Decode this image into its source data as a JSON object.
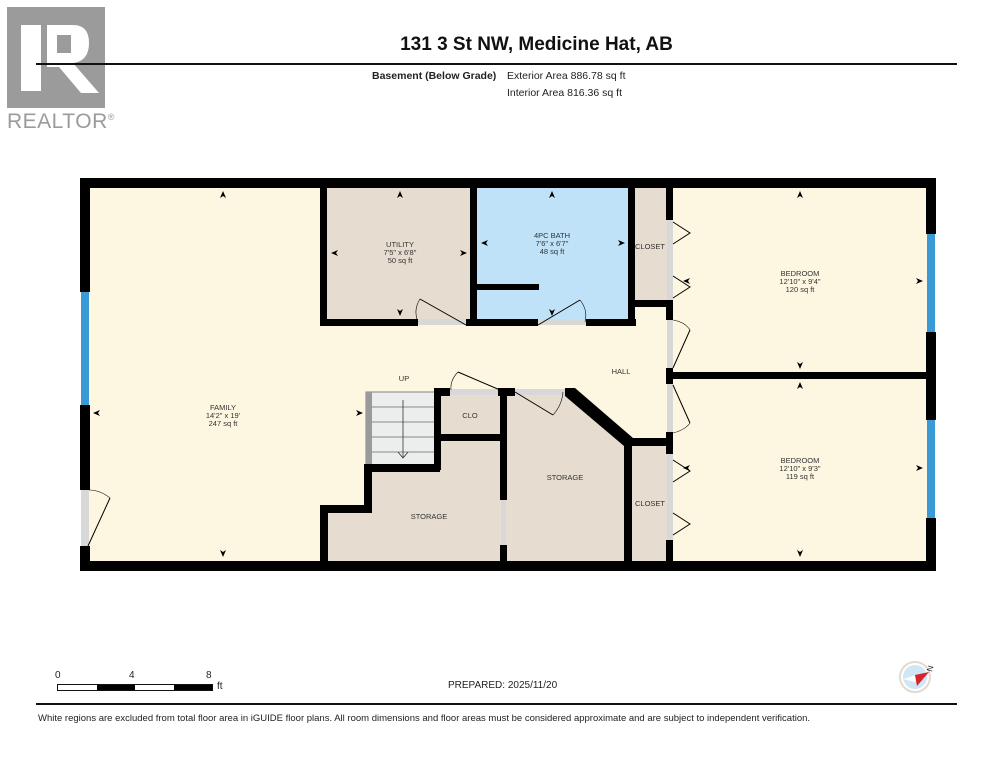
{
  "logo": {
    "letter": "R",
    "text": "REALTOR",
    "mark": "®"
  },
  "header": {
    "title": "131 3 St NW, Medicine Hat, AB",
    "floor_label": "Basement (Below Grade)",
    "exterior_area": "Exterior Area 886.78 sq ft",
    "interior_area": "Interior Area 816.36 sq ft"
  },
  "rooms": {
    "family": {
      "name": "FAMILY",
      "dims": "14'2\" x 19'",
      "area": "247 sq ft"
    },
    "utility": {
      "name": "UTILITY",
      "dims": "7'5\" x 6'8\"",
      "area": "50 sq ft"
    },
    "bath": {
      "name": "4PC BATH",
      "dims": "7'6\" x 6'7\"",
      "area": "48 sq ft"
    },
    "closet_top": {
      "name": "CLOSET"
    },
    "bedroom_top": {
      "name": "BEDROOM",
      "dims": "12'10\" x 9'4\"",
      "area": "120 sq ft"
    },
    "hall": {
      "name": "HALL"
    },
    "up": {
      "name": "UP"
    },
    "clo": {
      "name": "CLO"
    },
    "storage_mid": {
      "name": "STORAGE"
    },
    "storage_left": {
      "name": "STORAGE"
    },
    "closet_bottom": {
      "name": "CLOSET"
    },
    "bedroom_bottom": {
      "name": "BEDROOM",
      "dims": "12'10\" x 9'3\"",
      "area": "119 sq ft"
    }
  },
  "colors": {
    "living": "#fdf6e1",
    "service": "#e6ddd0",
    "bath": "#bfe2f8",
    "wall": "#000000",
    "window": "#3a9ad6",
    "door_gap": "#d8d8d8"
  },
  "scale": {
    "ticks": [
      "0",
      "4",
      "8"
    ],
    "unit": "ft"
  },
  "prepared": "PREPARED: 2025/11/20",
  "compass": {
    "label": "N",
    "icon": "compass-icon"
  },
  "disclaimer": "White regions are excluded from total floor area in iGUIDE floor plans. All room dimensions and floor areas must be considered approximate and are subject to independent verification."
}
